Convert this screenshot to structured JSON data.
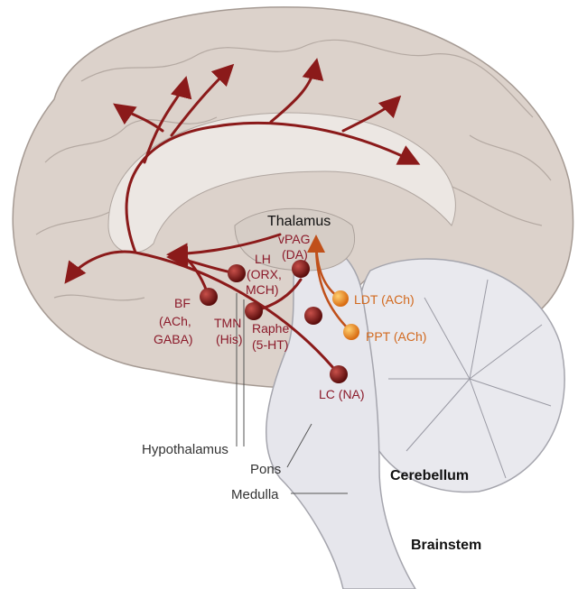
{
  "colors": {
    "brain": "#dcd2cb",
    "pathway": "#8b1a1a",
    "cholinergic": "#e8891e",
    "brainstem": "#e6e6ec"
  },
  "labels": {
    "thalamus": "Thalamus",
    "vpag": [
      "vPAG",
      "(DA)"
    ],
    "lh": [
      "LH",
      "(ORX,",
      "MCH)"
    ],
    "bf": [
      "BF",
      "(ACh,",
      "GABA)"
    ],
    "tmn": [
      "TMN",
      "(His)"
    ],
    "raphe": [
      "Raphe",
      "(5-HT)"
    ],
    "ldt": "LDT (ACh)",
    "ppt": "PPT (ACh)",
    "lc": "LC (NA)",
    "hypothalamus": "Hypothalamus",
    "pons": "Pons",
    "medulla": "Medulla",
    "cerebellum": "Cerebellum",
    "brainstem": "Brainstem"
  }
}
